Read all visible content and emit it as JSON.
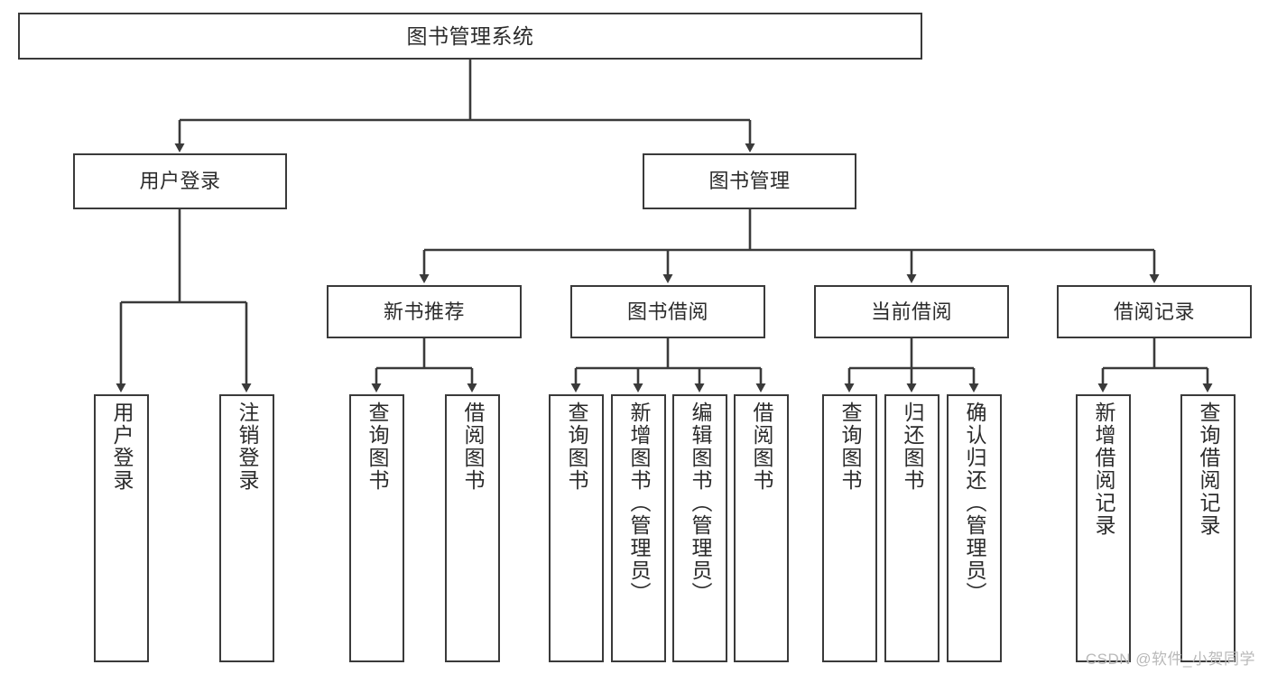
{
  "diagram": {
    "title": "图书管理系统",
    "type": "tree-hierarchy-diagram",
    "colors": {
      "stroke": "#3a3a3a",
      "fill": "#ffffff",
      "text": "#2b2b2b",
      "watermark": "#b9b9b9"
    },
    "root": {
      "label": "图书管理系统"
    },
    "level2": [
      {
        "label": "用户登录"
      },
      {
        "label": "图书管理"
      }
    ],
    "level3": [
      {
        "label": "新书推荐"
      },
      {
        "label": "图书借阅"
      },
      {
        "label": "当前借阅"
      },
      {
        "label": "借阅记录"
      }
    ],
    "leaves": {
      "user_login": [
        {
          "label": "用户登录"
        },
        {
          "label": "注销登录"
        }
      ],
      "new_book_recommend": [
        {
          "label": "查询图书"
        },
        {
          "label": "借阅图书"
        }
      ],
      "book_borrow": [
        {
          "label": "查询图书"
        },
        {
          "label": "新增图书（管理员）"
        },
        {
          "label": "编辑图书（管理员）"
        },
        {
          "label": "借阅图书"
        }
      ],
      "current_borrow": [
        {
          "label": "查询图书"
        },
        {
          "label": "归还图书"
        },
        {
          "label": "确认归还（管理员）"
        }
      ],
      "borrow_record": [
        {
          "label": "新增借阅记录"
        },
        {
          "label": "查询借阅记录"
        }
      ]
    }
  },
  "watermark": {
    "text": "CSDN @软件_小贺同学"
  }
}
